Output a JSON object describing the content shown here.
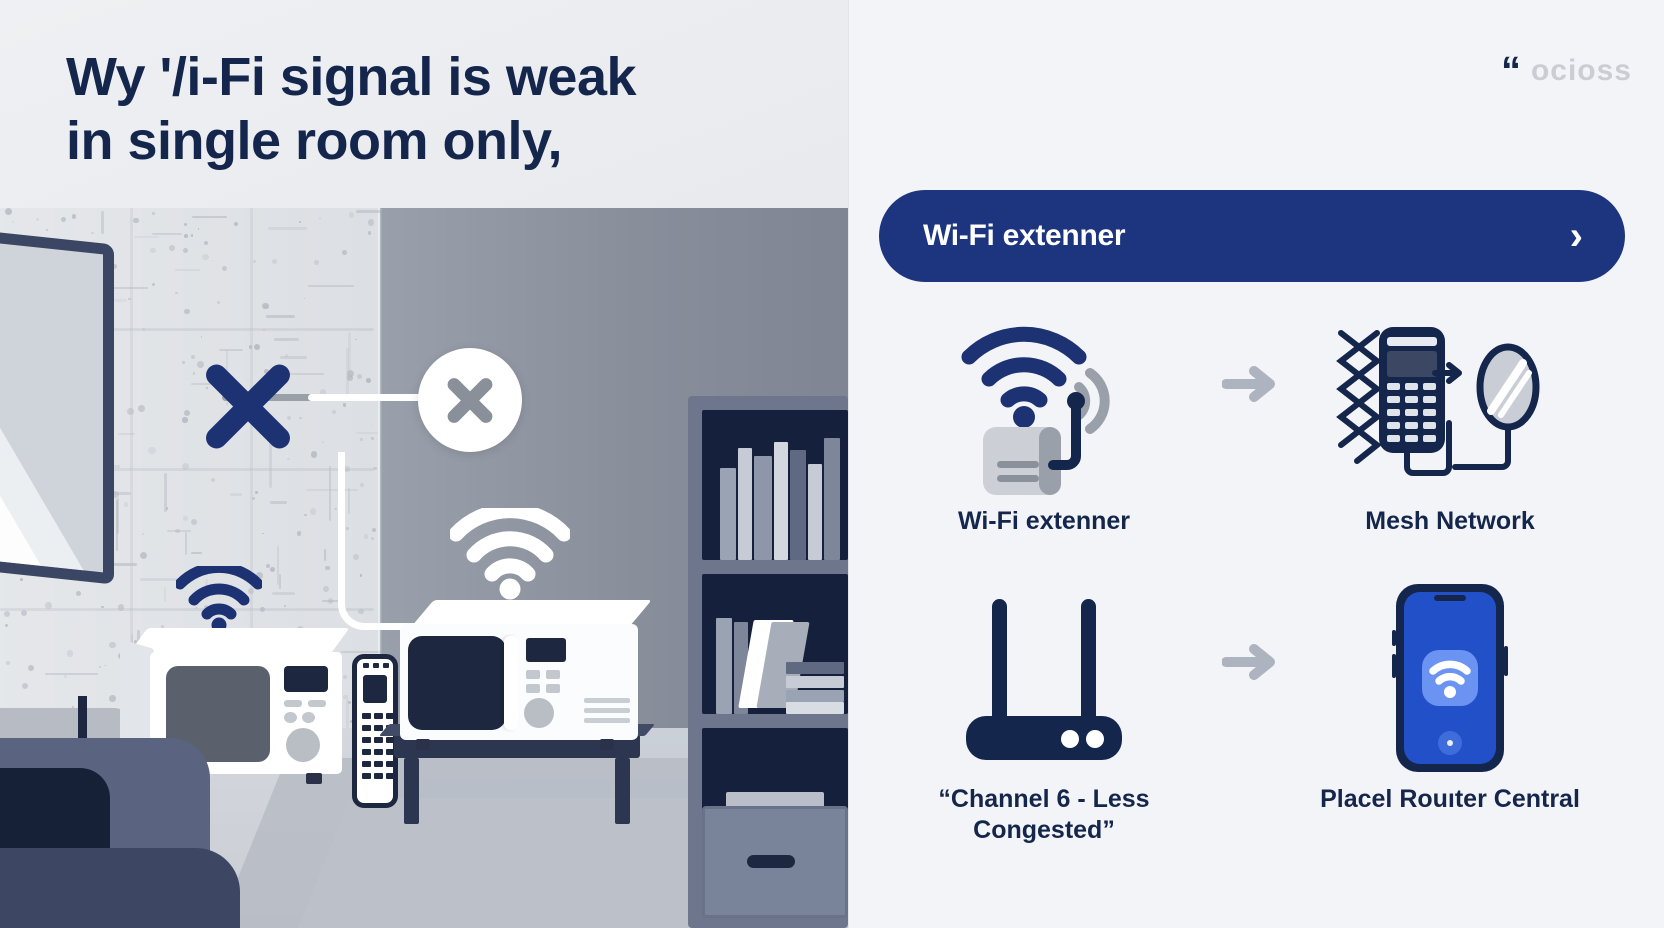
{
  "headline": {
    "line1": "Wy '/i-Fi signal is weak",
    "line2": "in single room only,"
  },
  "brand": {
    "quote_glyph": "“",
    "wordmark": "ocioss"
  },
  "hero": {
    "label": "Wi-Fi extenner",
    "chevron": "›"
  },
  "colors": {
    "navy": "#1d357f",
    "deep_navy": "#15264c",
    "x_blue": "#1c3272",
    "panel_bg": "#f3f4f7",
    "wall_light": "#dcdfe3",
    "wall_dark": "#8b909c",
    "arrow_grey": "#aeb4bf",
    "phone_screen_blue": "#2250c8"
  },
  "cards": [
    {
      "icon": "wifi-extender-icon",
      "label": "Wi-Fi extenner"
    },
    {
      "icon": "mesh-network-icon",
      "label": "Mesh Network"
    },
    {
      "icon": "router-antenna-icon",
      "label": "“Channel 6 - Less Congested”"
    },
    {
      "icon": "smartphone-wifi-icon",
      "label": "Placel Rouıter Central"
    }
  ],
  "arrows": [
    {
      "name": "flow-arrow-top",
      "glyph": "→"
    },
    {
      "name": "flow-arrow-bottom",
      "glyph": "→"
    }
  ],
  "scene": {
    "markers": [
      {
        "name": "wall-x-mark",
        "meaning": "blocked signal"
      },
      {
        "name": "circle-x-badge",
        "meaning": "dead zone"
      }
    ],
    "wifi_signals": [
      {
        "name": "wifi-signal-navy",
        "color": "#1c3272"
      },
      {
        "name": "wifi-signal-white",
        "color": "#ffffff"
      }
    ],
    "objects": [
      "wall-tv",
      "microwave-left",
      "cordless-phone",
      "microwave-right",
      "bookshelf",
      "storage-drawer",
      "sofa",
      "rug"
    ]
  }
}
